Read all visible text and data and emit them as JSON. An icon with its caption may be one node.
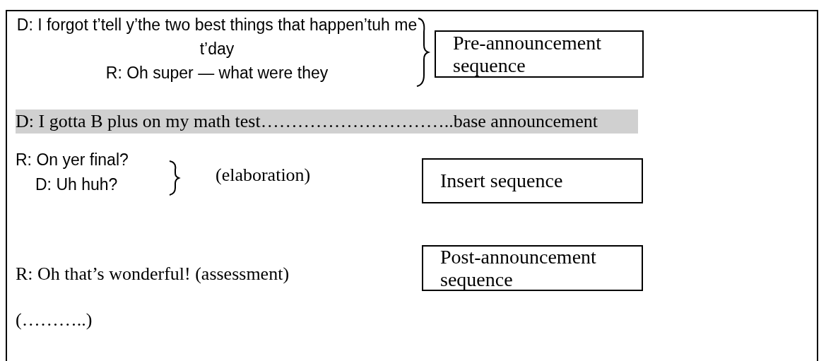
{
  "diagram": {
    "nodes": [
      {
        "text": [
          "Pre-announcement sequence"
        ]
      },
      {
        "text": [
          "Insert sequence"
        ]
      },
      {
        "text": [
          "Post-announcement sequence"
        ]
      }
    ],
    "labels": [
      "D: I forgot t’tell y’the two best things that happen’tuh me t’day",
      "R: Oh super —  what were they",
      "D: I gotta B plus on my math test…………………………..base announcement",
      "R:  On yer final?",
      "D:  Uh huh?",
      "(elaboration)",
      "R: Oh that’s wonderful!  (assessment)",
      "(………..)"
    ]
  }
}
